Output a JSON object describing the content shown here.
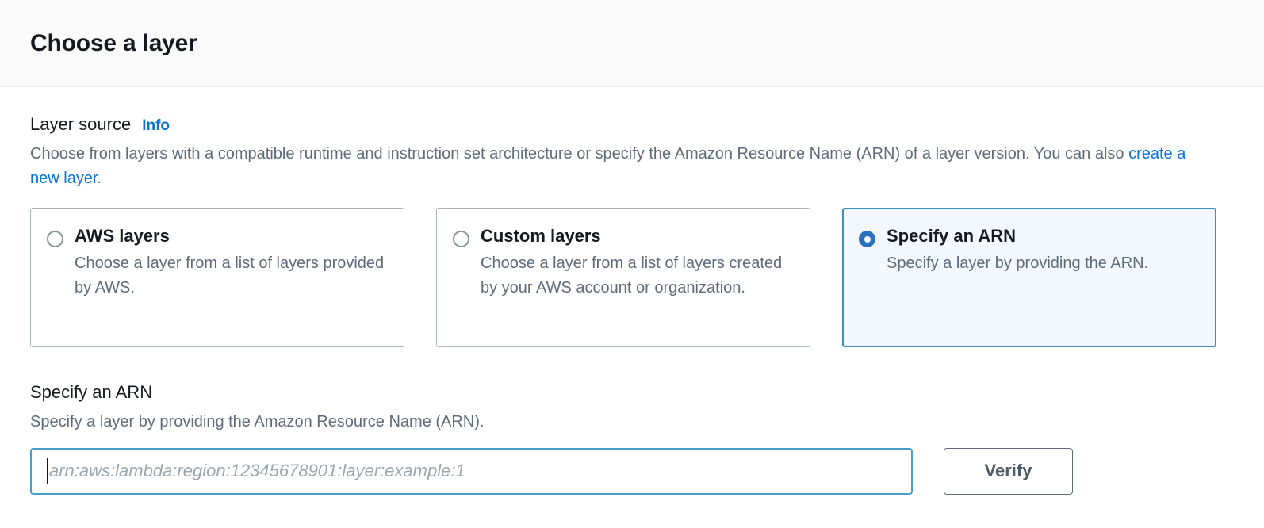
{
  "header": {
    "title": "Choose a layer"
  },
  "layer_source": {
    "label": "Layer source",
    "info_link": "Info",
    "description_part1": "Choose from layers with a compatible runtime and instruction set architecture or specify the Amazon Resource Name (ARN) of a layer version. You can also ",
    "description_link": "create a new layer",
    "description_part2": ".",
    "options": [
      {
        "title": "AWS layers",
        "description": "Choose a layer from a list of layers provided by AWS.",
        "selected": false
      },
      {
        "title": "Custom layers",
        "description": "Choose a layer from a list of layers created by your AWS account or organization.",
        "selected": false
      },
      {
        "title": "Specify an ARN",
        "description": "Specify a layer by providing the ARN.",
        "selected": true
      }
    ]
  },
  "arn_section": {
    "label": "Specify an ARN",
    "description": "Specify a layer by providing the Amazon Resource Name (ARN).",
    "input_value": "",
    "input_placeholder": "arn:aws:lambda:region:12345678901:layer:example:1",
    "verify_label": "Verify"
  },
  "colors": {
    "accent_blue": "#0972d3",
    "selected_border": "#3b8fc4",
    "selected_bg": "#f2f8fd",
    "radio_checked": "#2a72bd",
    "input_focus_border": "#4a9ec7",
    "text_primary": "#16191f",
    "text_secondary": "#5f6b7a"
  }
}
